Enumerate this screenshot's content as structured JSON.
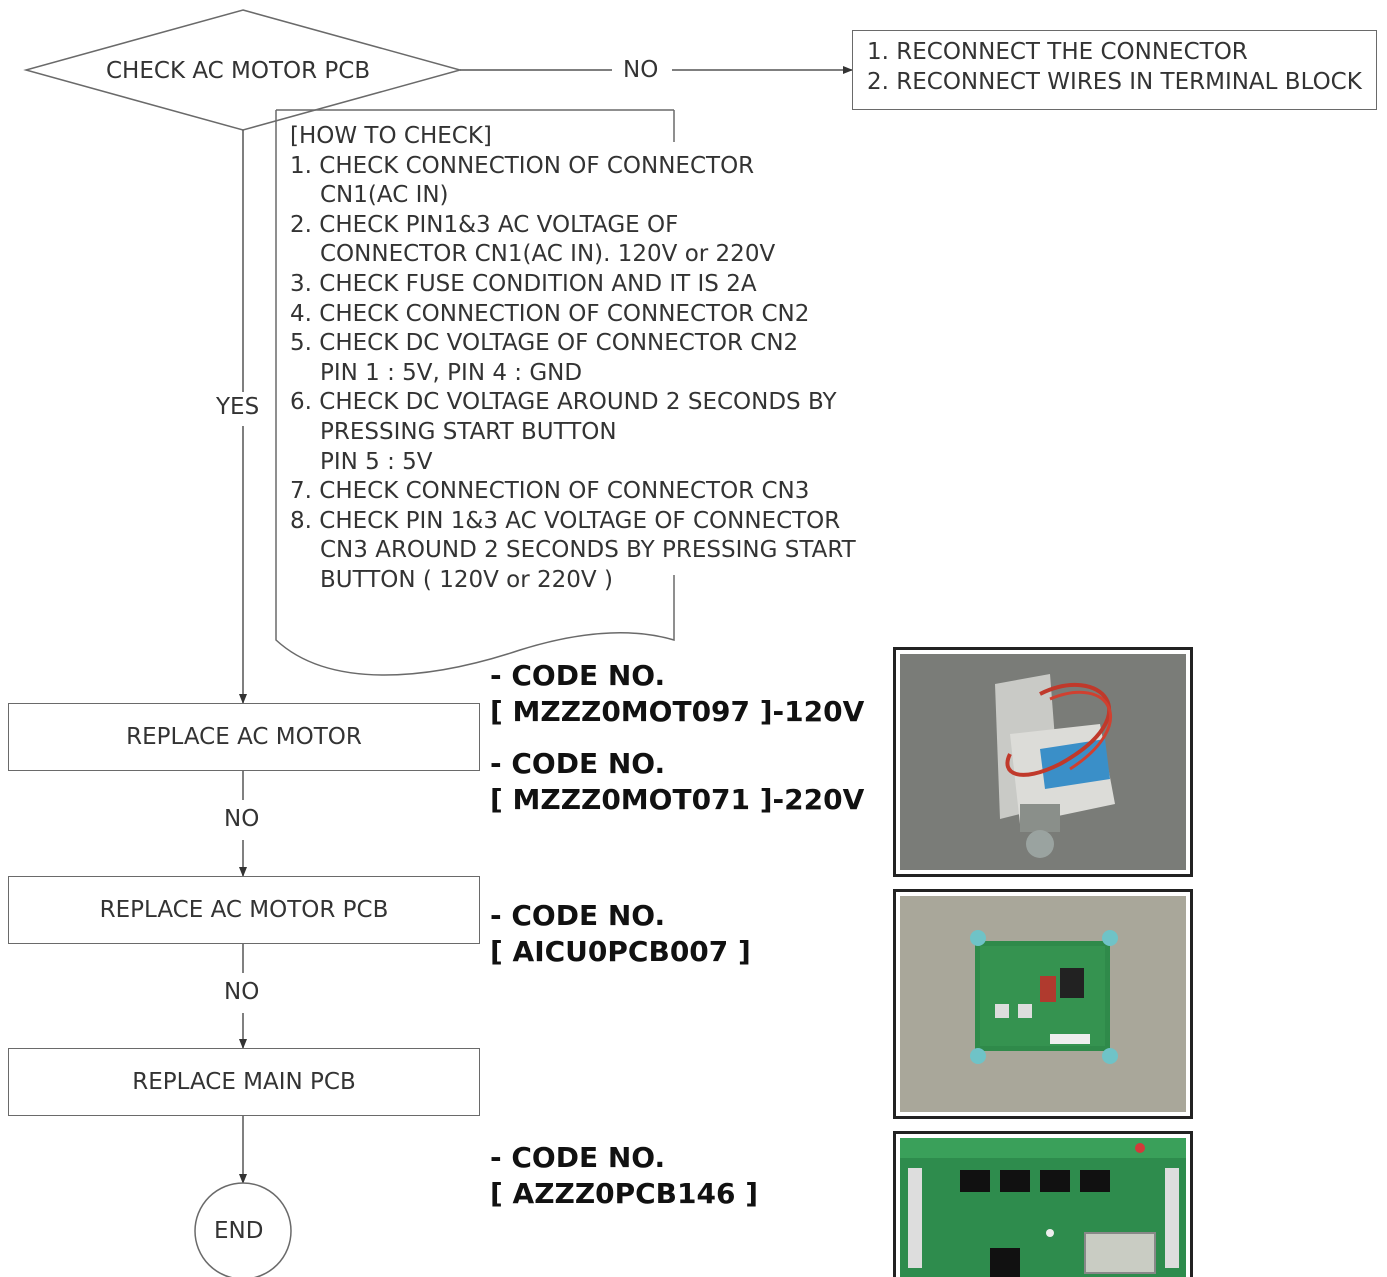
{
  "flow": {
    "decision": "CHECK AC MOTOR PCB",
    "no_label": "NO",
    "yes_label": "YES",
    "no_action_lines": [
      "1. RECONNECT THE CONNECTOR",
      "2. RECONNECT WIRES IN TERMINAL BLOCK"
    ],
    "how_to_check": {
      "title": "[HOW TO CHECK]",
      "lines": [
        "1. CHECK CONNECTION OF CONNECTOR",
        "   CN1(AC IN)",
        "2. CHECK PIN1&3 AC VOLTAGE OF",
        "   CONNECTOR CN1(AC IN). 120V or 220V",
        "3. CHECK FUSE CONDITION AND IT IS 2A",
        "4. CHECK CONNECTION OF CONNECTOR CN2",
        "5. CHECK DC VOLTAGE OF CONNECTOR CN2",
        "   PIN 1 : 5V, PIN 4 : GND",
        "6. CHECK DC VOLTAGE AROUND 2 SECONDS BY",
        "   PRESSING START BUTTON",
        "   PIN 5 : 5V",
        "7. CHECK CONNECTION OF CONNECTOR CN3",
        "8. CHECK PIN 1&3 AC VOLTAGE OF CONNECTOR",
        "   CN3 AROUND 2 SECONDS BY PRESSING START",
        "   BUTTON ( 120V or 220V )"
      ]
    },
    "steps": [
      {
        "label": "REPLACE AC MOTOR"
      },
      {
        "label": "REPLACE AC MOTOR PCB"
      },
      {
        "label": "REPLACE MAIN PCB"
      }
    ],
    "between_labels": [
      "NO",
      "NO"
    ],
    "end_label": "END"
  },
  "codes": {
    "motor_120": {
      "line1": "- CODE NO.",
      "line2": " [ MZZZ0MOT097 ]-120V"
    },
    "motor_220": {
      "line1": "- CODE NO.",
      "line2": " [ MZZZ0MOT071 ]-220V"
    },
    "motor_pcb": {
      "line1": "- CODE NO.",
      "line2": " [ AICU0PCB007 ]"
    },
    "main_pcb": {
      "line1": "- CODE NO.",
      "line2": " [ AZZZ0PCB146 ]"
    }
  },
  "photos": [
    {
      "icon": "ac-motor-photo"
    },
    {
      "icon": "ac-motor-pcb-photo"
    },
    {
      "icon": "main-pcb-photo"
    }
  ]
}
